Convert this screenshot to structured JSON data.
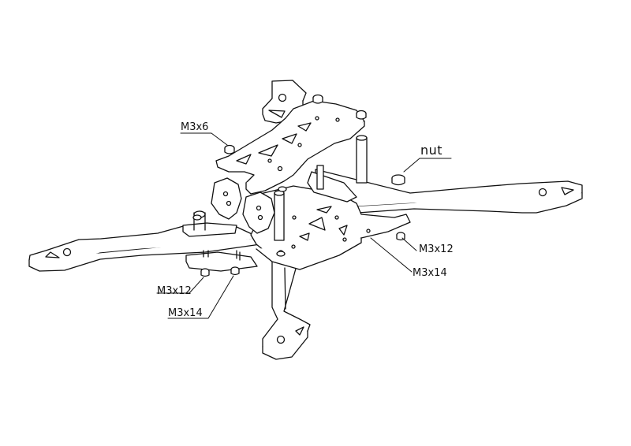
{
  "callouts": {
    "m3x6": "M3x6",
    "nut": "nut",
    "m3x12_right": "M3x12",
    "m3x14_right": "M3x14",
    "m3x12_left": "M3x12",
    "m3x14_left": "M3x14"
  },
  "colors": {
    "line": "#111111",
    "background": "#ffffff"
  }
}
